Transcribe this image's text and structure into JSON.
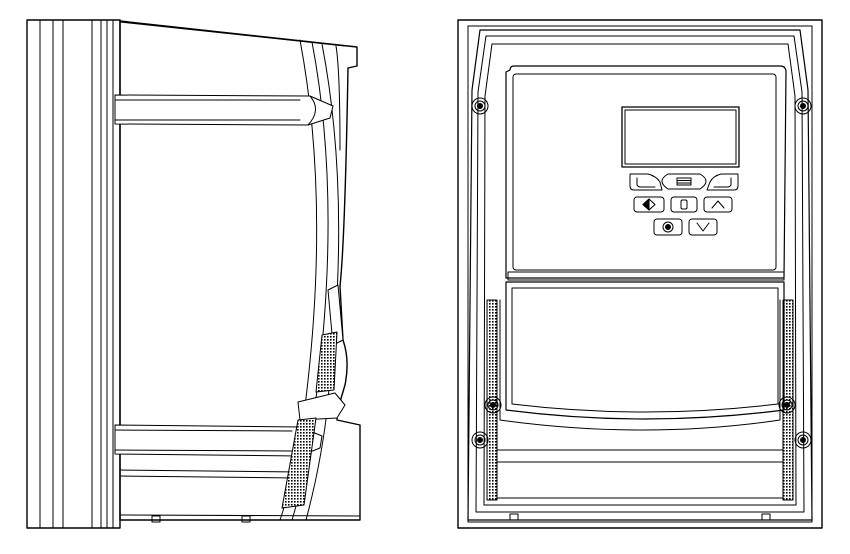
{
  "drawing": {
    "views": [
      {
        "id": "side-view"
      },
      {
        "id": "front-view"
      }
    ],
    "keypad": {
      "rows": [
        [
          "softkey-left",
          "menu",
          "softkey-right"
        ],
        [
          "start",
          "stop",
          "up"
        ],
        [
          "reset",
          "down"
        ]
      ]
    },
    "line_color": "#000000",
    "background": "#ffffff"
  }
}
